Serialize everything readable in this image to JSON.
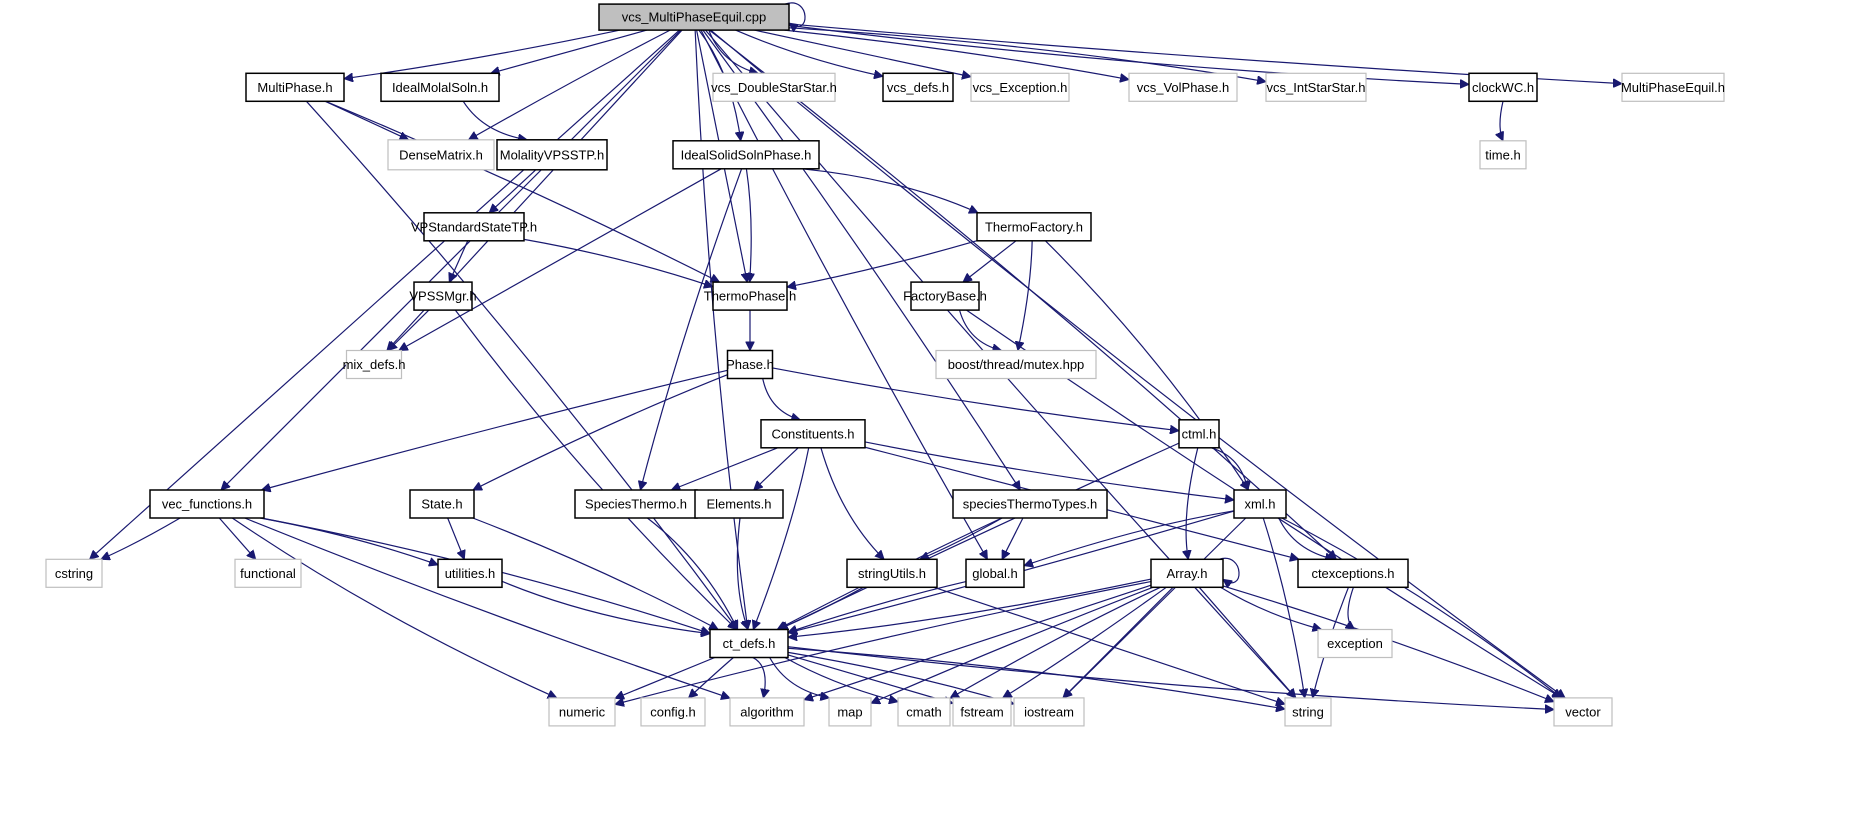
{
  "diagram": {
    "title": "vcs_MultiPhaseEquil.cpp",
    "edge_color": "#191970",
    "root_fill": "#bfbfbf",
    "external_border": "#bfbfbf",
    "nodes": [
      {
        "id": "root",
        "label": "vcs_MultiPhaseEquil.cpp",
        "kind": "root"
      },
      {
        "id": "MultiPhase",
        "label": "MultiPhase.h",
        "kind": "doc"
      },
      {
        "id": "IdealMolalSoln",
        "label": "IdealMolalSoln.h",
        "kind": "doc"
      },
      {
        "id": "DenseMatrix",
        "label": "DenseMatrix.h",
        "kind": "ext"
      },
      {
        "id": "MolalityVPSSTP",
        "label": "MolalityVPSSTP.h",
        "kind": "doc"
      },
      {
        "id": "IdealSolidSolnPhase",
        "label": "IdealSolidSolnPhase.h",
        "kind": "doc"
      },
      {
        "id": "vcs_DoubleStarStar",
        "label": "vcs_DoubleStarStar.h",
        "kind": "ext"
      },
      {
        "id": "vcs_defs",
        "label": "vcs_defs.h",
        "kind": "doc"
      },
      {
        "id": "vcs_Exception",
        "label": "vcs_Exception.h",
        "kind": "ext"
      },
      {
        "id": "vcs_VolPhase",
        "label": "vcs_VolPhase.h",
        "kind": "ext"
      },
      {
        "id": "vcs_IntStarStar",
        "label": "vcs_IntStarStar.h",
        "kind": "ext"
      },
      {
        "id": "clockWC",
        "label": "clockWC.h",
        "kind": "doc"
      },
      {
        "id": "time",
        "label": "time.h",
        "kind": "ext"
      },
      {
        "id": "MultiPhaseEquil",
        "label": "MultiPhaseEquil.h",
        "kind": "ext"
      },
      {
        "id": "VPStandardStateTP",
        "label": "VPStandardStateTP.h",
        "kind": "doc"
      },
      {
        "id": "ThermoFactory",
        "label": "ThermoFactory.h",
        "kind": "doc"
      },
      {
        "id": "VPSSMgr",
        "label": "VPSSMgr.h",
        "kind": "doc"
      },
      {
        "id": "ThermoPhase",
        "label": "ThermoPhase.h",
        "kind": "doc"
      },
      {
        "id": "FactoryBase",
        "label": "FactoryBase.h",
        "kind": "doc"
      },
      {
        "id": "mix_defs",
        "label": "mix_defs.h",
        "kind": "ext"
      },
      {
        "id": "boost_mutex",
        "label": "boost/thread/mutex.hpp",
        "kind": "ext"
      },
      {
        "id": "Phase",
        "label": "Phase.h",
        "kind": "doc"
      },
      {
        "id": "Constituents",
        "label": "Constituents.h",
        "kind": "doc"
      },
      {
        "id": "ctml",
        "label": "ctml.h",
        "kind": "doc"
      },
      {
        "id": "vec_functions",
        "label": "vec_functions.h",
        "kind": "doc"
      },
      {
        "id": "State",
        "label": "State.h",
        "kind": "doc"
      },
      {
        "id": "SpeciesThermo",
        "label": "SpeciesThermo.h",
        "kind": "doc"
      },
      {
        "id": "Elements",
        "label": "Elements.h",
        "kind": "doc"
      },
      {
        "id": "speciesThermoTypes",
        "label": "speciesThermoTypes.h",
        "kind": "doc"
      },
      {
        "id": "xml",
        "label": "xml.h",
        "kind": "doc"
      },
      {
        "id": "cstring",
        "label": "cstring",
        "kind": "ext"
      },
      {
        "id": "functional",
        "label": "functional",
        "kind": "ext"
      },
      {
        "id": "utilities",
        "label": "utilities.h",
        "kind": "doc"
      },
      {
        "id": "stringUtils",
        "label": "stringUtils.h",
        "kind": "doc"
      },
      {
        "id": "global",
        "label": "global.h",
        "kind": "doc"
      },
      {
        "id": "Array",
        "label": "Array.h",
        "kind": "doc"
      },
      {
        "id": "ctexceptions",
        "label": "ctexceptions.h",
        "kind": "doc"
      },
      {
        "id": "ct_defs",
        "label": "ct_defs.h",
        "kind": "doc"
      },
      {
        "id": "exception",
        "label": "exception",
        "kind": "ext"
      },
      {
        "id": "numeric",
        "label": "numeric",
        "kind": "ext"
      },
      {
        "id": "config",
        "label": "config.h",
        "kind": "ext"
      },
      {
        "id": "algorithm",
        "label": "algorithm",
        "kind": "ext"
      },
      {
        "id": "map",
        "label": "map",
        "kind": "ext"
      },
      {
        "id": "cmath",
        "label": "cmath",
        "kind": "ext"
      },
      {
        "id": "fstream",
        "label": "fstream",
        "kind": "ext"
      },
      {
        "id": "iostream",
        "label": "iostream",
        "kind": "ext"
      },
      {
        "id": "string",
        "label": "string",
        "kind": "ext"
      },
      {
        "id": "vector",
        "label": "vector",
        "kind": "ext"
      }
    ],
    "edges": [
      [
        "root",
        "root"
      ],
      [
        "root",
        "MultiPhase"
      ],
      [
        "root",
        "IdealMolalSoln"
      ],
      [
        "root",
        "DenseMatrix"
      ],
      [
        "root",
        "IdealSolidSolnPhase"
      ],
      [
        "root",
        "vcs_DoubleStarStar"
      ],
      [
        "root",
        "vcs_defs"
      ],
      [
        "root",
        "vcs_Exception"
      ],
      [
        "root",
        "vcs_VolPhase"
      ],
      [
        "root",
        "vcs_IntStarStar"
      ],
      [
        "root",
        "clockWC"
      ],
      [
        "root",
        "MultiPhaseEquil"
      ],
      [
        "root",
        "ThermoPhase"
      ],
      [
        "root",
        "speciesThermoTypes"
      ],
      [
        "root",
        "ctexceptions"
      ],
      [
        "root",
        "vector"
      ],
      [
        "root",
        "string"
      ],
      [
        "root",
        "mix_defs"
      ],
      [
        "root",
        "vec_functions"
      ],
      [
        "root",
        "cstring"
      ],
      [
        "root",
        "ct_defs"
      ],
      [
        "root",
        "global"
      ],
      [
        "MultiPhase",
        "DenseMatrix"
      ],
      [
        "MultiPhase",
        "ThermoPhase"
      ],
      [
        "MultiPhase",
        "ct_defs"
      ],
      [
        "IdealMolalSoln",
        "MolalityVPSSTP"
      ],
      [
        "MolalityVPSSTP",
        "VPStandardStateTP"
      ],
      [
        "IdealSolidSolnPhase",
        "mix_defs"
      ],
      [
        "IdealSolidSolnPhase",
        "ThermoPhase"
      ],
      [
        "IdealSolidSolnPhase",
        "ThermoFactory"
      ],
      [
        "IdealSolidSolnPhase",
        "SpeciesThermo"
      ],
      [
        "clockWC",
        "time"
      ],
      [
        "VPStandardStateTP",
        "VPSSMgr"
      ],
      [
        "VPStandardStateTP",
        "ThermoPhase"
      ],
      [
        "VPSSMgr",
        "mix_defs"
      ],
      [
        "VPSSMgr",
        "ct_defs"
      ],
      [
        "ThermoFactory",
        "ThermoPhase"
      ],
      [
        "ThermoFactory",
        "FactoryBase"
      ],
      [
        "ThermoFactory",
        "boost_mutex"
      ],
      [
        "ThermoFactory",
        "xml"
      ],
      [
        "FactoryBase",
        "boost_mutex"
      ],
      [
        "FactoryBase",
        "vector"
      ],
      [
        "ThermoPhase",
        "Phase"
      ],
      [
        "Phase",
        "vec_functions"
      ],
      [
        "Phase",
        "State"
      ],
      [
        "Phase",
        "Constituents"
      ],
      [
        "Phase",
        "ctml"
      ],
      [
        "Constituents",
        "SpeciesThermo"
      ],
      [
        "Constituents",
        "Elements"
      ],
      [
        "Constituents",
        "ct_defs"
      ],
      [
        "Constituents",
        "stringUtils"
      ],
      [
        "Constituents",
        "xml"
      ],
      [
        "Constituents",
        "ctexceptions"
      ],
      [
        "ctml",
        "ct_defs"
      ],
      [
        "ctml",
        "xml"
      ],
      [
        "ctml",
        "Array"
      ],
      [
        "vec_functions",
        "cstring"
      ],
      [
        "vec_functions",
        "functional"
      ],
      [
        "vec_functions",
        "utilities"
      ],
      [
        "vec_functions",
        "ct_defs"
      ],
      [
        "vec_functions",
        "numeric"
      ],
      [
        "vec_functions",
        "algorithm"
      ],
      [
        "State",
        "utilities"
      ],
      [
        "State",
        "ct_defs"
      ],
      [
        "SpeciesThermo",
        "ct_defs"
      ],
      [
        "Elements",
        "ct_defs"
      ],
      [
        "speciesThermoTypes",
        "stringUtils"
      ],
      [
        "speciesThermoTypes",
        "global"
      ],
      [
        "speciesThermoTypes",
        "ct_defs"
      ],
      [
        "xml",
        "global"
      ],
      [
        "xml",
        "ctexceptions"
      ],
      [
        "xml",
        "ct_defs"
      ],
      [
        "xml",
        "iostream"
      ],
      [
        "xml",
        "string"
      ],
      [
        "xml",
        "vector"
      ],
      [
        "utilities",
        "ct_defs"
      ],
      [
        "stringUtils",
        "ct_defs"
      ],
      [
        "stringUtils",
        "string"
      ],
      [
        "global",
        "ct_defs"
      ],
      [
        "Array",
        "Array"
      ],
      [
        "Array",
        "ct_defs"
      ],
      [
        "Array",
        "exception"
      ],
      [
        "Array",
        "algorithm"
      ],
      [
        "Array",
        "map"
      ],
      [
        "Array",
        "cmath"
      ],
      [
        "Array",
        "fstream"
      ],
      [
        "Array",
        "iostream"
      ],
      [
        "Array",
        "string"
      ],
      [
        "Array",
        "vector"
      ],
      [
        "Array",
        "numeric"
      ],
      [
        "ctexceptions",
        "exception"
      ],
      [
        "ctexceptions",
        "string"
      ],
      [
        "ct_defs",
        "numeric"
      ],
      [
        "ct_defs",
        "config"
      ],
      [
        "ct_defs",
        "algorithm"
      ],
      [
        "ct_defs",
        "map"
      ],
      [
        "ct_defs",
        "cmath"
      ],
      [
        "ct_defs",
        "fstream"
      ],
      [
        "ct_defs",
        "iostream"
      ],
      [
        "ct_defs",
        "string"
      ],
      [
        "ct_defs",
        "vector"
      ]
    ]
  }
}
